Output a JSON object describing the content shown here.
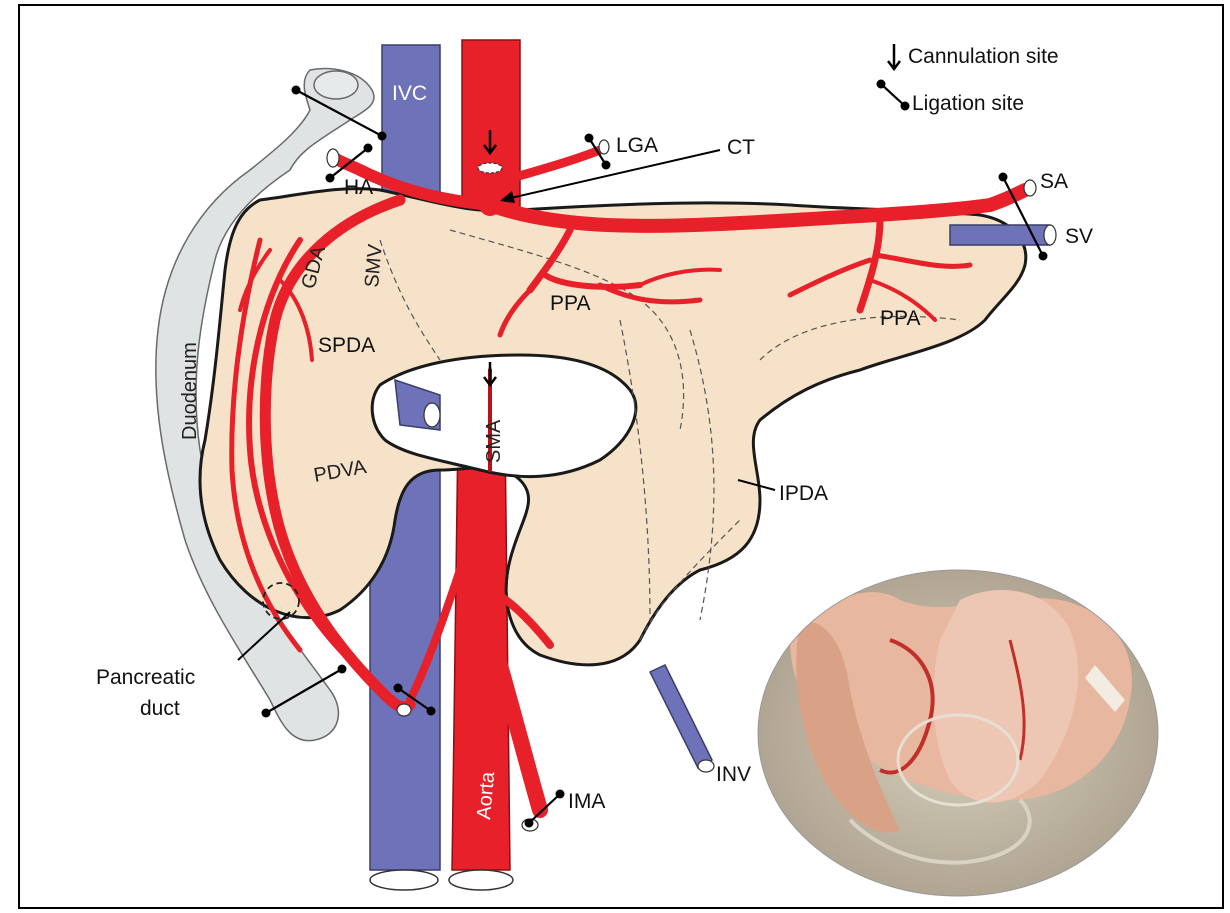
{
  "legend": {
    "cannulation": "Cannulation site",
    "ligation": "Ligation site"
  },
  "labels": {
    "ivc": "IVC",
    "lga": "LGA",
    "ct": "CT",
    "ha": "HA",
    "sa": "SA",
    "sv": "SV",
    "gda": "GDA",
    "smv": "SMV",
    "duodenum": "Duodenum",
    "ppa_left": "PPA",
    "ppa_right": "PPA",
    "spda": "SPDA",
    "sma": "SMA",
    "pdva": "PDVA",
    "ipda": "IPDA",
    "pancreatic_duct_line1": "Pancreatic",
    "pancreatic_duct_line2": "duct",
    "inv": "INV",
    "aorta": "Aorta",
    "ima": "IMA"
  },
  "colors": {
    "artery": "#e8202a",
    "vein": "#6e72b8",
    "pancreas": "#f6e2c8",
    "duodenum": "#dfe3e3"
  }
}
